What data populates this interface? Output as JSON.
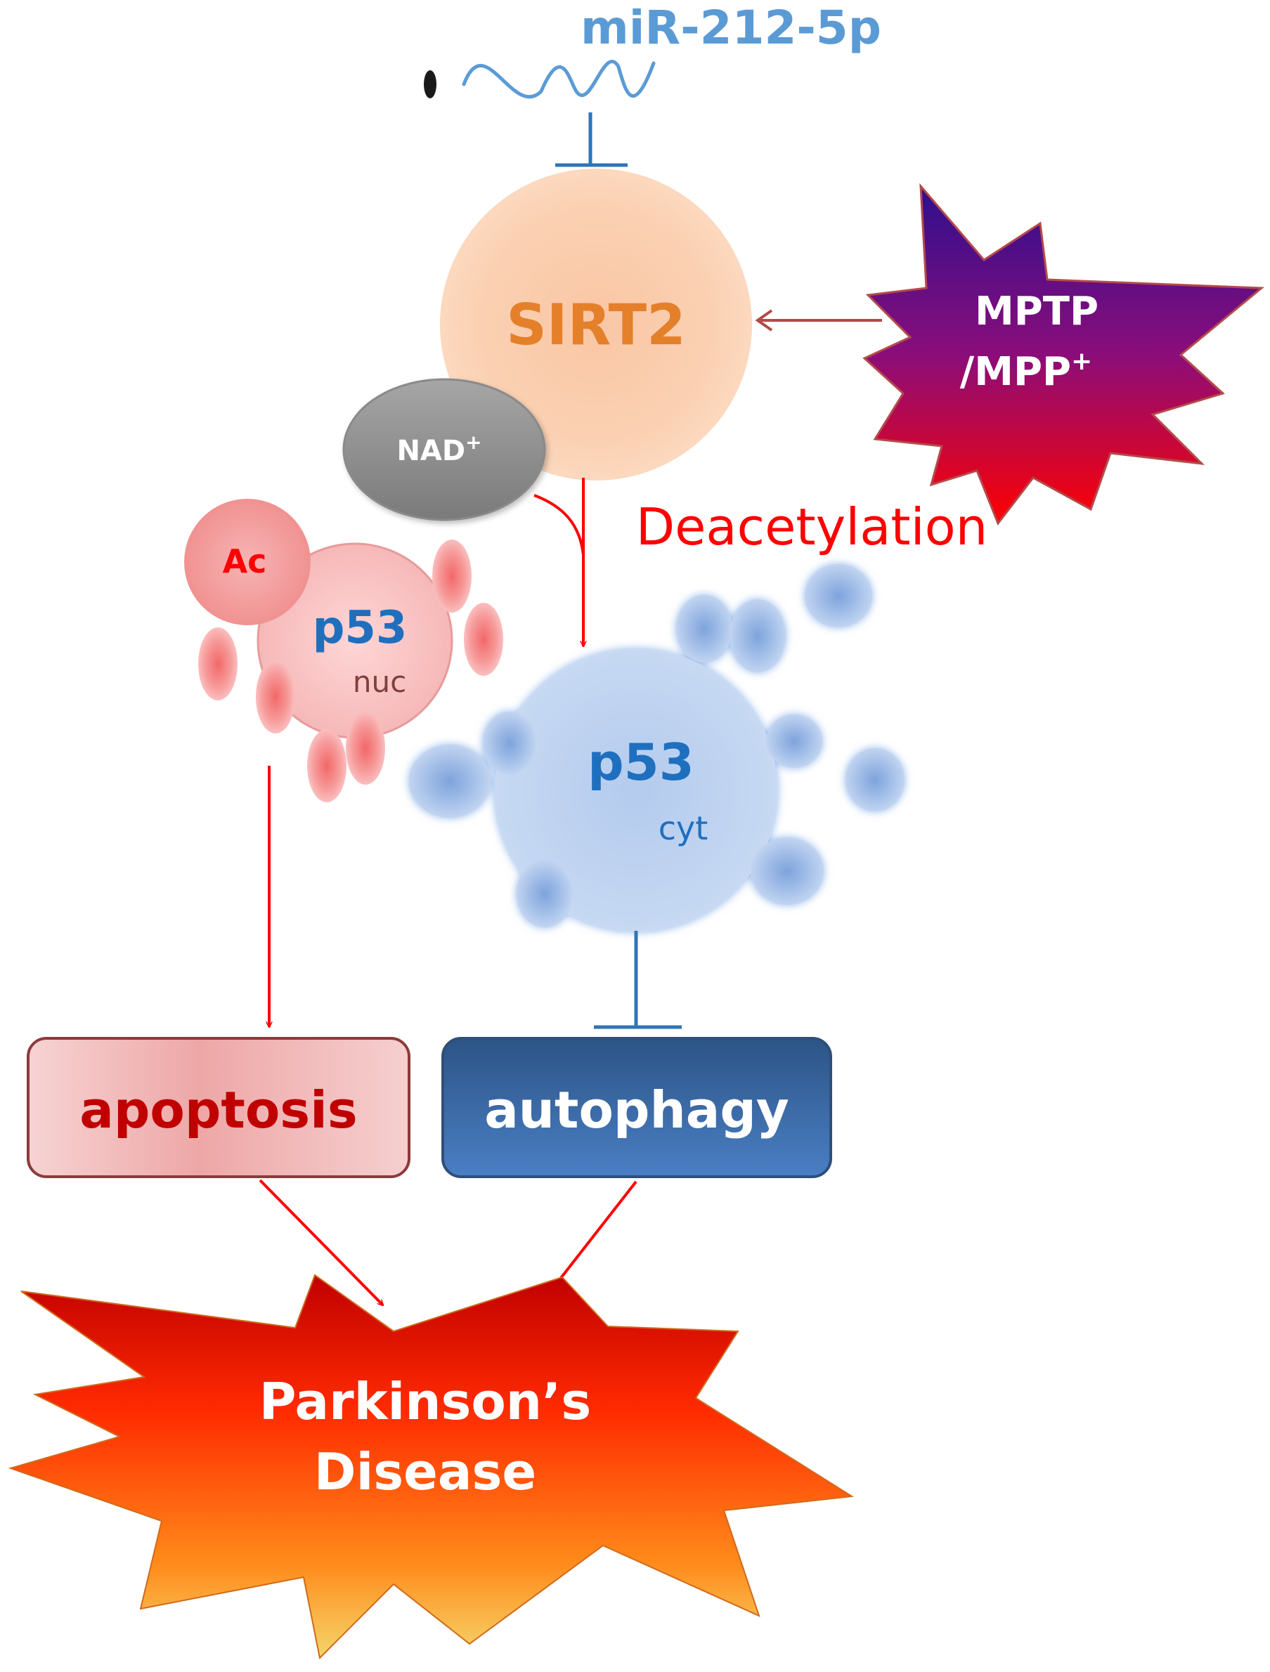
{
  "labels": {
    "mirna": "miR-212-5p",
    "sirt2": "SIRT2",
    "mptp_line1": "MPTP",
    "mptp_line2": "/MPP",
    "mptp_sup": "+",
    "nad": "NAD",
    "nad_sup": "+",
    "deacetylation": "Deacetylation",
    "ac": "Ac",
    "p53_nuc": "p53",
    "nuc": "nuc",
    "p53_cyt": "p53",
    "cyt": "cyt",
    "apoptosis": "apoptosis",
    "autophagy": "autophagy",
    "disease_line1": "Parkinson’s",
    "disease_line2": "Disease"
  },
  "colors": {
    "mirna_blue": "#5b9bd5",
    "inhibit_blue": "#2e75b6",
    "sirt2_orange": "#e5802a",
    "activation_red": "#ff0000",
    "mptp_arrow": "#b34a4a",
    "apoptosis_text": "#c00000",
    "autophagy_box": "#2f5d94",
    "p53_blue": "#1f6fbf"
  }
}
